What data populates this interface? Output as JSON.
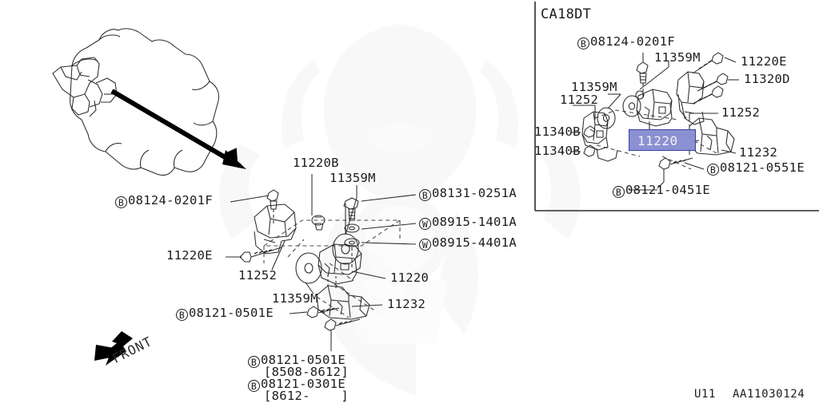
{
  "sheet": {
    "footer_code": "U11",
    "footer_id": "AA11030124"
  },
  "orientation": {
    "front_label": "FRONT"
  },
  "inset": {
    "title": "CA18DT",
    "labels": [
      {
        "id": "inset-08124-0201F",
        "prefix": "B",
        "text": "08124-0201F"
      },
      {
        "id": "inset-11359M-top",
        "prefix": "",
        "text": "11359M"
      },
      {
        "id": "inset-11220E",
        "prefix": "",
        "text": "11220E"
      },
      {
        "id": "inset-11320D",
        "prefix": "",
        "text": "11320D"
      },
      {
        "id": "inset-11359M-left",
        "prefix": "",
        "text": "11359M"
      },
      {
        "id": "inset-11252-left",
        "prefix": "",
        "text": "11252"
      },
      {
        "id": "inset-11252-right",
        "prefix": "",
        "text": "11252"
      },
      {
        "id": "inset-11340B-a",
        "prefix": "",
        "text": "11340B"
      },
      {
        "id": "inset-11340B-b",
        "prefix": "",
        "text": "11340B"
      },
      {
        "id": "inset-11232",
        "prefix": "",
        "text": "11232"
      },
      {
        "id": "inset-08121-0551E",
        "prefix": "B",
        "text": "08121-0551E"
      },
      {
        "id": "inset-08121-0451E",
        "prefix": "B",
        "text": "08121-0451E"
      }
    ],
    "highlight": {
      "text": "11220",
      "fill_color": "#8b90d2",
      "border_color": "#3a3f9e"
    }
  },
  "main": {
    "labels": [
      {
        "id": "main-08124-0201F",
        "prefix": "B",
        "text": "08124-0201F"
      },
      {
        "id": "main-11220E",
        "prefix": "",
        "text": "11220E"
      },
      {
        "id": "main-11252",
        "prefix": "",
        "text": "11252"
      },
      {
        "id": "main-11220B",
        "prefix": "",
        "text": "11220B"
      },
      {
        "id": "main-11359M-top",
        "prefix": "",
        "text": "11359M"
      },
      {
        "id": "main-08131-0251A",
        "prefix": "B",
        "text": "08131-0251A"
      },
      {
        "id": "main-08915-1401A",
        "prefix": "W",
        "text": "08915-1401A"
      },
      {
        "id": "main-08915-4401A",
        "prefix": "W",
        "text": "08915-4401A"
      },
      {
        "id": "main-11220",
        "prefix": "",
        "text": "11220"
      },
      {
        "id": "main-11359M-low",
        "prefix": "",
        "text": "11359M"
      },
      {
        "id": "main-11232",
        "prefix": "",
        "text": "11232"
      },
      {
        "id": "main-08121-0501E",
        "prefix": "B",
        "text": "08121-0501E"
      }
    ],
    "dated_notes": [
      {
        "prefix": "B",
        "part": "08121-0501E",
        "range": "[8508-8612]"
      },
      {
        "prefix": "B",
        "part": "08121-0301E",
        "range": "[8612-    ]"
      }
    ]
  }
}
